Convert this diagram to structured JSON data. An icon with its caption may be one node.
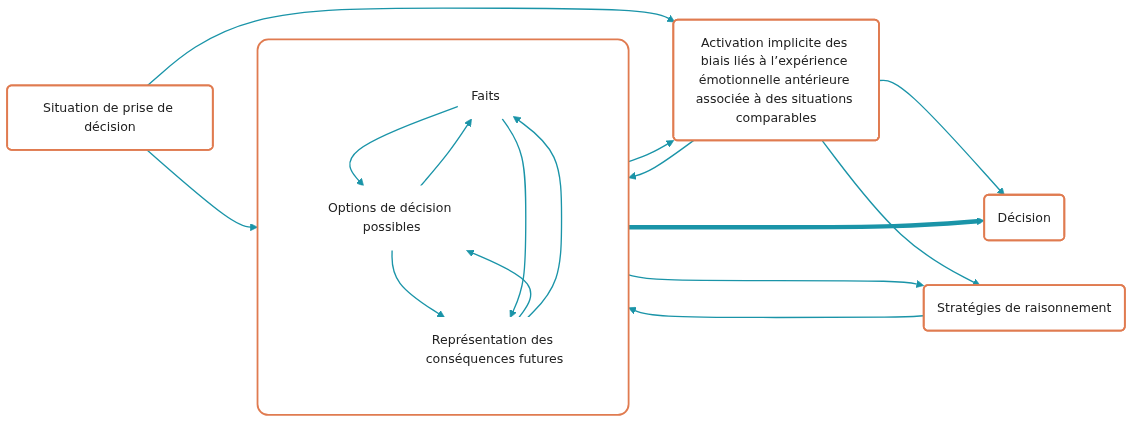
{
  "diagram": {
    "nodes": [
      {
        "text": [
          "Situation de prise de décision"
        ]
      },
      {
        "text": [],
        "shape": "box"
      },
      {
        "text": [
          "Faits"
        ],
        "in": 1
      },
      {
        "text": [
          "Options de décision possibles"
        ],
        "in": 1
      },
      {
        "text": [
          "Représentation des conséquences futures"
        ],
        "in": 1
      },
      {
        "text": [
          "Stratégies de raisonnement"
        ]
      },
      {
        "text": [
          "Décision"
        ]
      },
      {
        "text": [
          "Activation implicite des biais liés à l’expérience émotionnelle antérieure associée à des situations comparables"
        ]
      }
    ],
    "edges": [
      {
        "from": 0,
        "to": 1,
        "arrow": "to"
      },
      {
        "from": 5,
        "to": 1,
        "arrow": "to"
      },
      {
        "from": 1,
        "to": 5,
        "arrow": "to"
      },
      {
        "from": 2,
        "to": 3,
        "arrow": "to"
      },
      {
        "from": 3,
        "to": 2,
        "arrow": "to"
      },
      {
        "from": 3,
        "to": 4,
        "arrow": "to"
      },
      {
        "from": 4,
        "to": 3,
        "arrow": "to"
      },
      {
        "from": 2,
        "to": 4,
        "arrow": "to"
      },
      {
        "from": 4,
        "to": 2,
        "arrow": "to"
      },
      {
        "from": 1,
        "to": 6,
        "arrow": "to",
        "style": "thick"
      },
      {
        "from": 7,
        "to": 1,
        "arrow": "to"
      },
      {
        "from": 1,
        "to": 7,
        "arrow": "to"
      },
      {
        "from": 0,
        "to": 7,
        "arrow": "to"
      },
      {
        "from": 7,
        "to": 6,
        "arrow": "to"
      },
      {
        "from": 7,
        "to": 5,
        "arrow": "to"
      }
    ]
  }
}
